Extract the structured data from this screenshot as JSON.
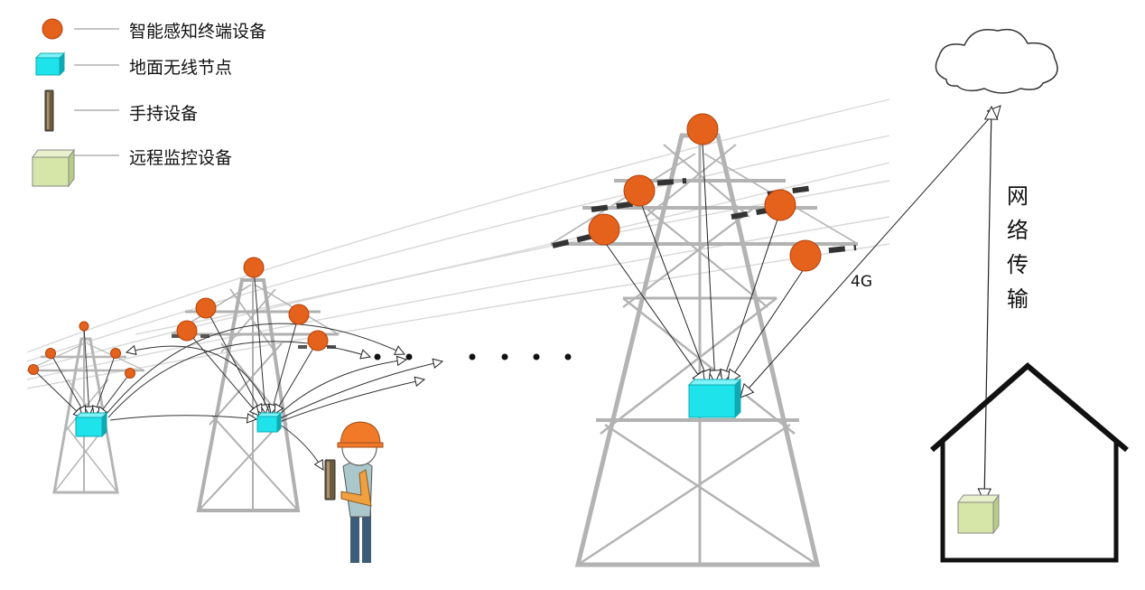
{
  "legend": {
    "sensor": "智能感知终端设备",
    "node": "地面无线节点",
    "handheld": "手持设备",
    "monitor": "远程监控设备"
  },
  "labels": {
    "network_chars": [
      "网",
      "络",
      "传",
      "输"
    ],
    "g4": "4G"
  },
  "colors": {
    "sensor": "#e4621b",
    "sensor_stroke": "#b4400c",
    "node": "#1ee3ea",
    "node_dark": "#10a9b3",
    "handheld": "#6b5a3c",
    "monitor": "#d6e6a8",
    "tower": "#b8b8b8",
    "tower_dark": "#8f8f8f",
    "wire": "#d6d6d6",
    "house": "#111111",
    "helmet": "#f07a28"
  }
}
